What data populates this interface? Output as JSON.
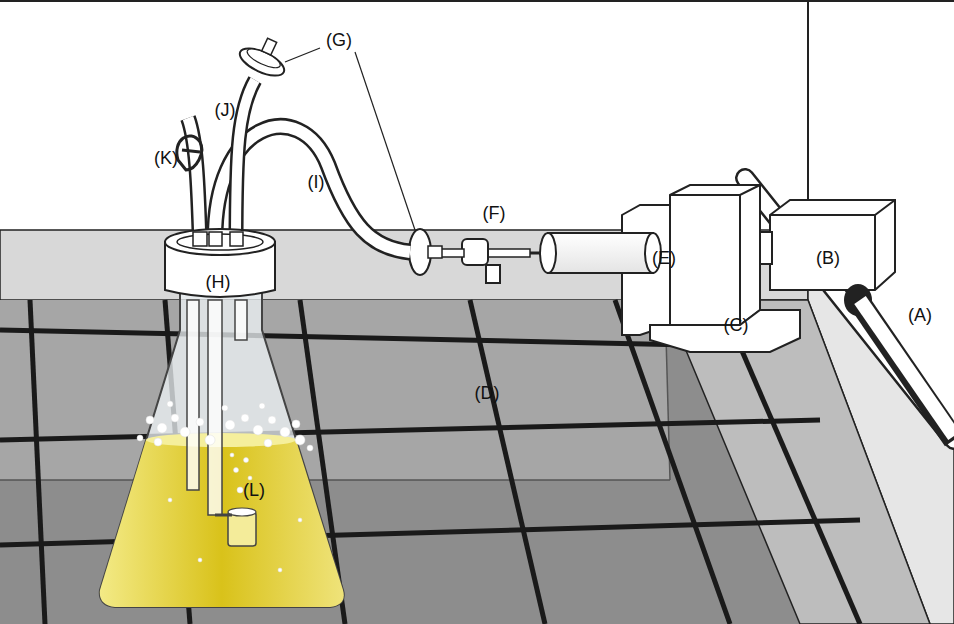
{
  "diagram": {
    "labels": [
      "(A)",
      "(B)",
      "(C)",
      "(D)",
      "(E)",
      "(F)",
      "(G)",
      "(H)",
      "(I)",
      "(J)",
      "(K)",
      "(L)"
    ]
  }
}
